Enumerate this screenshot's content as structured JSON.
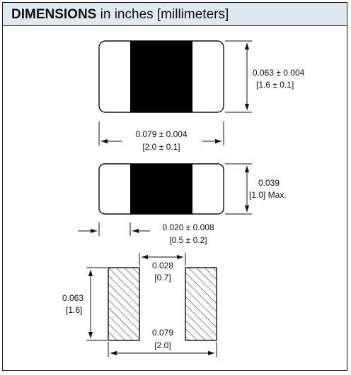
{
  "header": {
    "title_bold": "DIMENSIONS",
    "title_rest": "in inches [millimeters]"
  },
  "top_view": {
    "height_dim": {
      "line1": "0.063 ± 0.004",
      "line2": "[1.6 ± 0.1]"
    },
    "length_dim": {
      "line1": "0.079 ± 0.004",
      "line2": "[2.0 ± 0.1]"
    }
  },
  "side_view": {
    "height_dim": {
      "line1": "0.039",
      "line2": "[1.0] Max."
    },
    "terminal_dim": {
      "line1": "0.020 ± 0.008",
      "line2": "[0.5 ± 0.2]"
    }
  },
  "land_pattern": {
    "gap_dim": {
      "line1": "0.028",
      "line2": "[0.7]"
    },
    "pad_height_dim": {
      "line1": "0.063",
      "line2": "[1.6]"
    },
    "overall_dim": {
      "line1": "0.079",
      "line2": "[2.0]"
    }
  },
  "colors": {
    "header_bg": "#dfe9f3",
    "ink": "#111111",
    "body_fill": "#000000"
  }
}
